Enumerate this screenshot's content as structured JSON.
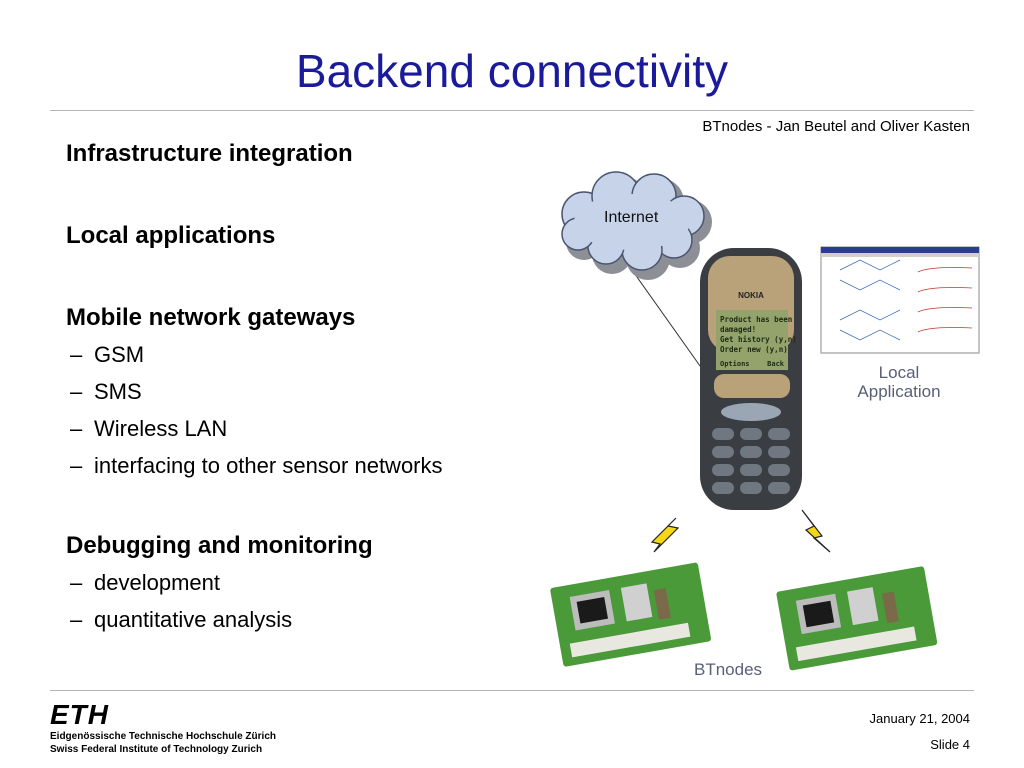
{
  "slide": {
    "title": "Backend connectivity",
    "subtitle": "BTnodes - Jan Beutel and Oliver Kasten",
    "sections": [
      {
        "heading": "Infrastructure integration",
        "items": []
      },
      {
        "heading": "Local applications",
        "items": []
      },
      {
        "heading": "Mobile network gateways",
        "items": [
          "GSM",
          "SMS",
          "Wireless LAN",
          "interfacing to other sensor networks"
        ]
      },
      {
        "heading": "Debugging and monitoring",
        "items": [
          "development",
          "quantitative analysis"
        ]
      }
    ],
    "bullet_dash": "–"
  },
  "diagram": {
    "internet_label": "Internet",
    "local_app_label_line1": "Local",
    "local_app_label_line2": "Application",
    "btnodes_label": "BTnodes",
    "phone_brand": "NOKIA",
    "phone_screen": [
      "Product has been",
      "damaged!",
      "Get history (y,n)",
      "Order new (y,n)"
    ],
    "phone_softkeys": [
      "Options",
      "Back"
    ]
  },
  "footer": {
    "logo": "ETH",
    "institute_line1": "Eidgenössische Technische Hochschule Zürich",
    "institute_line2": "Swiss Federal Institute of Technology Zurich",
    "date": "January 21, 2004",
    "slide_number": "Slide 4"
  },
  "colors": {
    "title": "#1a1a9a",
    "rule": "#b5b5b5",
    "label": "#5a5f78",
    "lightning": "#f4d716",
    "cloud": "#c6d3e8",
    "pcb": "#4a9a3a"
  }
}
